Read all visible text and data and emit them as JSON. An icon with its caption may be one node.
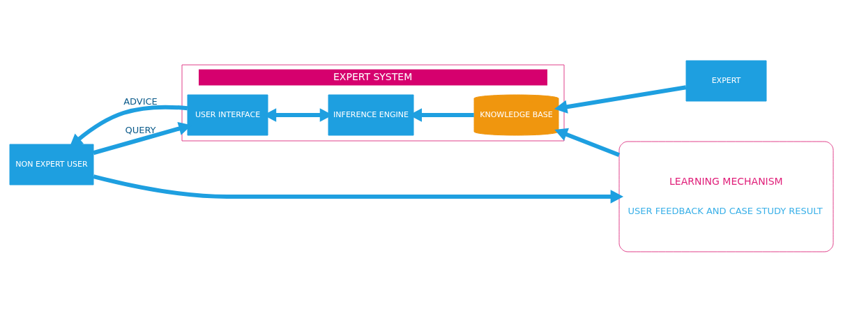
{
  "diagram": {
    "nodes": [
      {
        "text": [
          "EXPERT SYSTEM"
        ]
      },
      {
        "text": [
          "NON EXPERT USER"
        ]
      },
      {
        "text": [
          "USER INTERFACE"
        ],
        "in": 0
      },
      {
        "text": [
          "INFERENCE ENGINE"
        ],
        "in": 0
      },
      {
        "text": [
          "KNOWLEDGE BASE"
        ],
        "in": 0
      },
      {
        "text": [
          "EXPERT"
        ]
      },
      {
        "text": [
          "LEARNING MECHANISM",
          "USER FEEDBACK AND CASE STUDY RESULT"
        ]
      }
    ],
    "edges": [
      {
        "from": 2,
        "to": 1,
        "arrow": "to",
        "label": "ADVICE"
      },
      {
        "from": 1,
        "to": 2,
        "arrow": "to",
        "label": "QUERY"
      },
      {
        "from": 2,
        "to": 3,
        "arrow": "both"
      },
      {
        "from": 4,
        "to": 3,
        "arrow": "to"
      },
      {
        "from": 5,
        "to": 4,
        "arrow": "to"
      },
      {
        "from": 1,
        "to": 6,
        "arrow": "to"
      },
      {
        "from": 6,
        "to": 4,
        "arrow": "to"
      }
    ]
  }
}
